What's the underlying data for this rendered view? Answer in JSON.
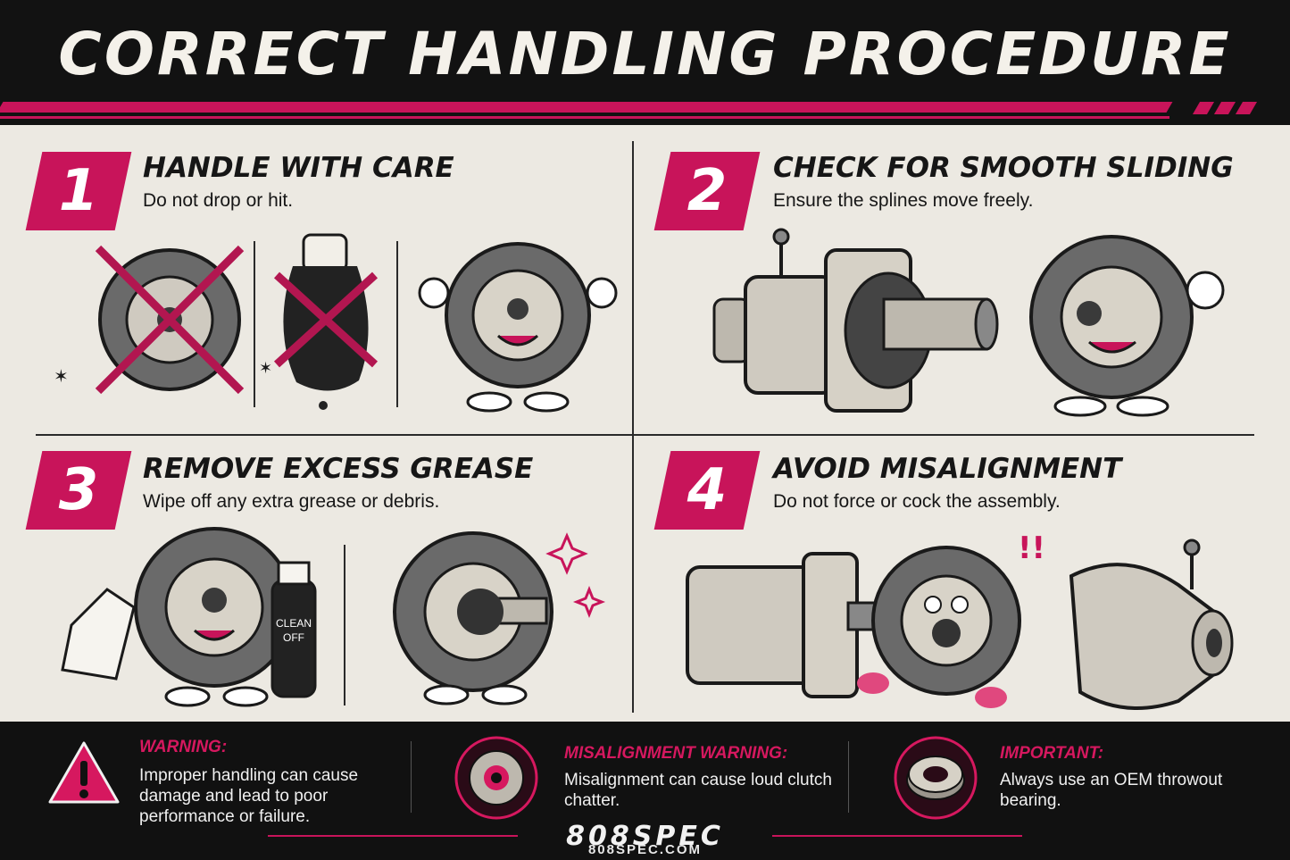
{
  "header": {
    "title": "CORRECT HANDLING PROCEDURE"
  },
  "steps": [
    {
      "number": "1",
      "title": "HANDLE WITH CARE",
      "subtitle": "Do not drop or hit."
    },
    {
      "number": "2",
      "title": "CHECK FOR SMOOTH SLIDING",
      "subtitle": "Ensure the splines move freely."
    },
    {
      "number": "3",
      "title": "REMOVE EXCESS GREASE",
      "subtitle": "Wipe off any extra grease or debris."
    },
    {
      "number": "4",
      "title": "AVOID MISALIGNMENT",
      "subtitle": "Do not force or cock the assembly."
    }
  ],
  "spray_can_label": "CLEAN OFF",
  "footer": {
    "notices": [
      {
        "heading": "WARNING:",
        "text": "Improper handling can cause damage and lead to poor performance or failure.",
        "icon": "warning-triangle-icon"
      },
      {
        "heading": "MISALIGNMENT WARNING:",
        "text": "Misalignment can cause loud clutch chatter.",
        "icon": "clutch-disc-icon"
      },
      {
        "heading": "IMPORTANT:",
        "text": "Always use an OEM throwout bearing.",
        "icon": "throwout-bearing-icon"
      }
    ],
    "brand": "808SPEC",
    "url": "808SPEC.COM"
  },
  "colors": {
    "accent": "#c8145a",
    "dark": "#111111",
    "panel": "#ece9e2"
  }
}
